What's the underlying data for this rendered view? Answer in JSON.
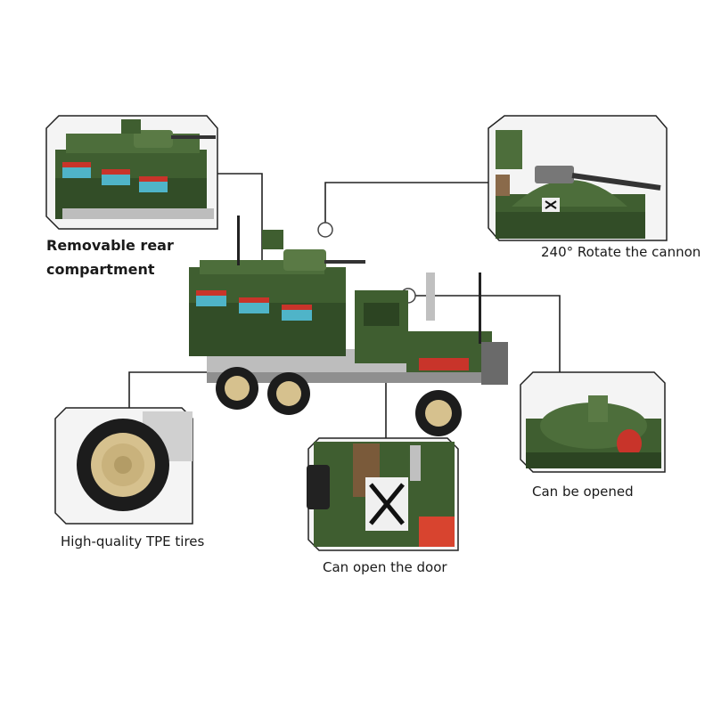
{
  "captions": {
    "rear_compartment_line1": "Removable rear",
    "rear_compartment_line2": "compartment",
    "rotate_cannon": "240° Rotate the cannon",
    "can_be_opened": "Can be opened",
    "tires": "High-quality TPE tires",
    "door": "Can open the door"
  },
  "colors": {
    "army_green": "#3f5e30",
    "dark_green": "#2c4422",
    "light_grey": "#c8c8c8",
    "tan": "#d6c18e",
    "red": "#c8342a",
    "window_cyan": "#4fb4c8"
  }
}
